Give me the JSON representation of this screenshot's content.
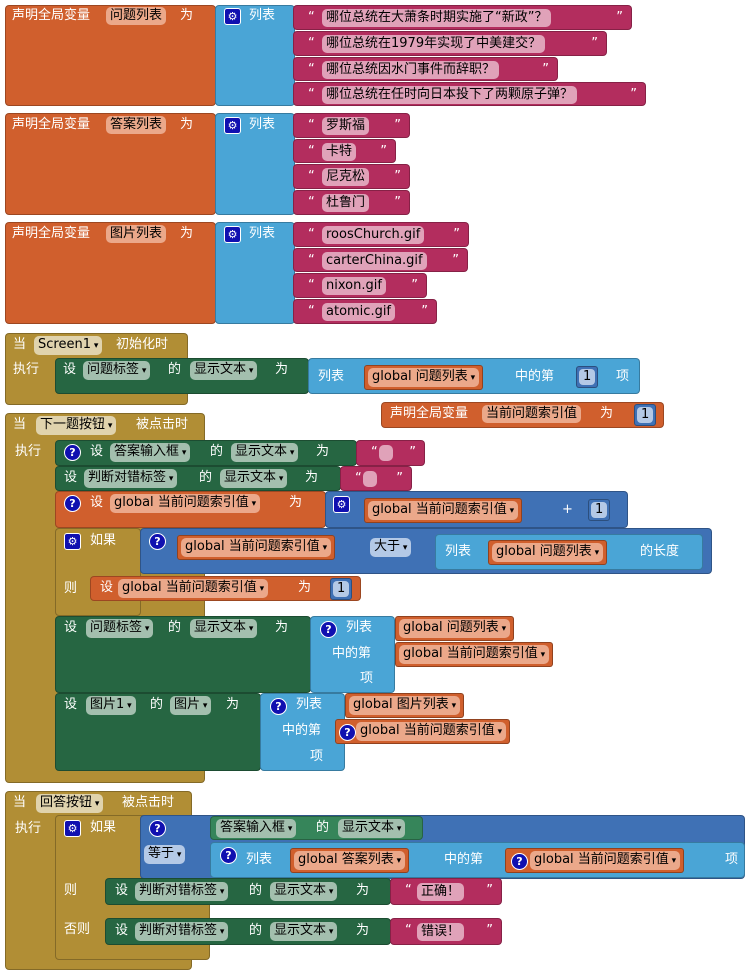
{
  "common": {
    "declare": "声明全局变量",
    "as": "为",
    "list": "列表",
    "when": "当",
    "do": "执行",
    "set": "设",
    "of": "的",
    "display_text": "显示文本",
    "index_of": "中的第",
    "item": "项",
    "if": "如果",
    "then": "则",
    "else": "否则",
    "length": "的长度",
    "plus": "+",
    "one": "1",
    "gt": "大于",
    "eq": "等于",
    "image": "图片",
    "quote_open": "“",
    "quote_close": "”"
  },
  "decl_questions": {
    "name": "问题列表",
    "items": [
      "哪位总统在大萧条时期实施了“新政”？",
      "哪位总统在1979年实现了中美建交？",
      "哪位总统因水门事件而辞职？",
      "哪位总统在任时向日本投下了两颗原子弹？"
    ]
  },
  "decl_answers": {
    "name": "答案列表",
    "items": [
      "罗斯福",
      "卡特",
      "尼克松",
      "杜鲁门"
    ]
  },
  "decl_images": {
    "name": "图片列表",
    "items": [
      "roosChurch.gif",
      "carterChina.gif",
      "nixon.gif",
      "atomic.gif"
    ]
  },
  "decl_index": {
    "name": "当前问题索引值",
    "value": "1"
  },
  "screen_init": {
    "component": "Screen1",
    "event": "初始化时",
    "target": "问题标签",
    "var": "global 问题列表"
  },
  "next_click": {
    "component": "下一题按钮",
    "event": "被点击时",
    "answer_box": "答案输入框",
    "result_label": "判断对错标签",
    "index_var": "global 当前问题索引值",
    "q_var": "global 问题列表",
    "q_label": "问题标签",
    "image_comp": "图片1",
    "img_var": "global 图片列表"
  },
  "answer_click": {
    "component": "回答按钮",
    "event": "被点击时",
    "answer_box": "答案输入框",
    "ans_var": "global 答案列表",
    "index_var": "global 当前问题索引值",
    "result_label": "判断对错标签",
    "correct": "正确！",
    "wrong": "错误！"
  }
}
